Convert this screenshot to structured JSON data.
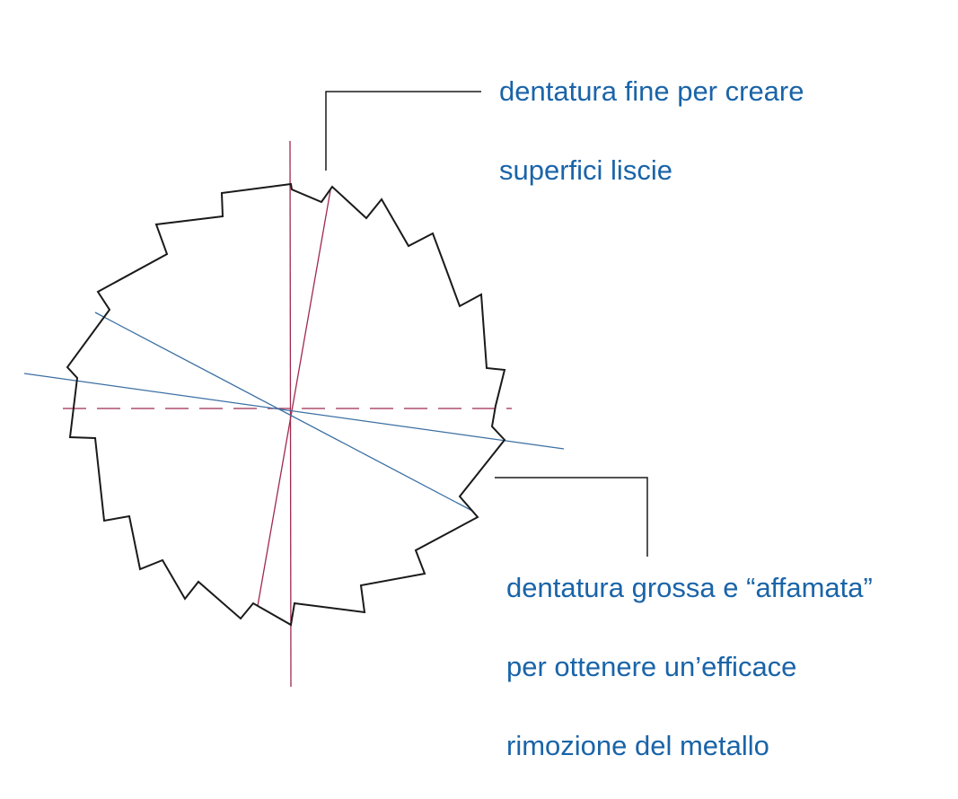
{
  "labels": {
    "fine_teeth": [
      "dentatura fine per creare",
      "superfici liscie"
    ],
    "coarse_teeth": [
      "dentatura grossa e “affamata”",
      "per ottenere un’efficace",
      "rimozione del metallo"
    ]
  },
  "colors": {
    "label_text": "#1a64a8",
    "outline": "#1a1a1a",
    "leader": "#1a1a1a",
    "axis_crimson": "#a0294e",
    "line_blue": "#3b6fa3"
  }
}
